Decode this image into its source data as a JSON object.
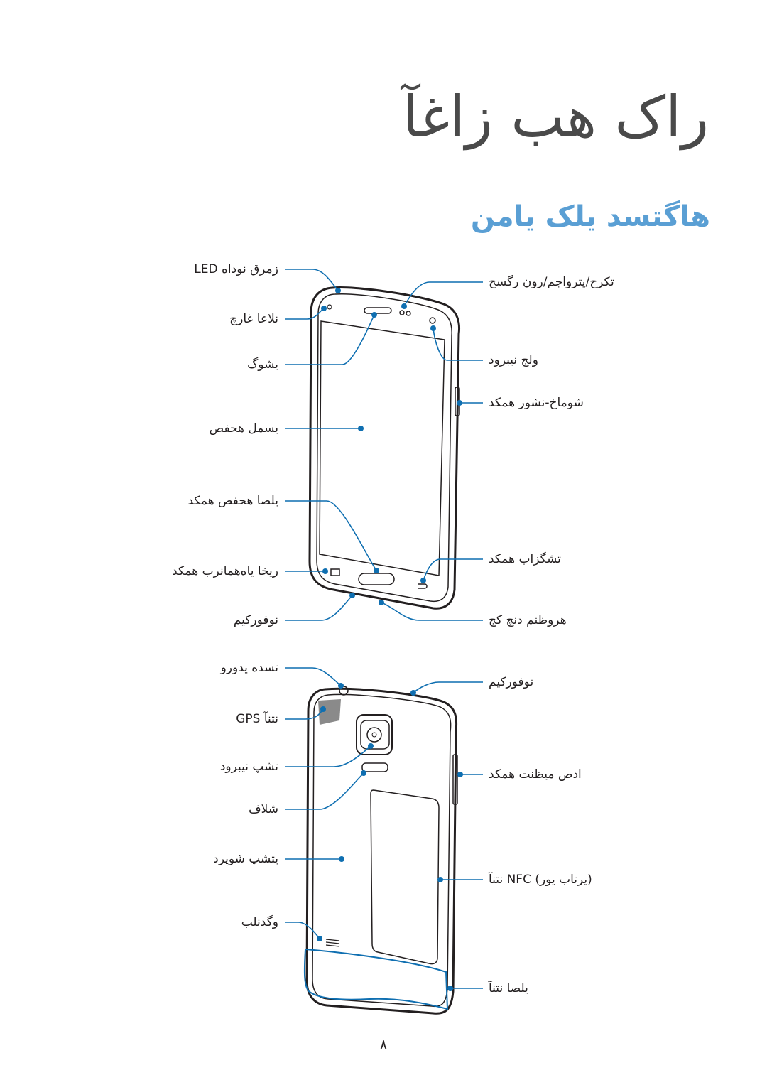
{
  "header": {
    "title": "راک هب زاغآ",
    "subtitle": "هاگتسد یلک یامن"
  },
  "front_labels": {
    "led": "زمرق نوداه LED",
    "receiver": "نلاعا غارچ",
    "earpiece": "یشوگ",
    "touchscreen": "یسمل هحفص",
    "home_key": "یلصا هحفص همکد",
    "recent_apps_key": "ریخا یاه‌همانرب همکد",
    "microphone_front": "نوفورکیم",
    "sensors": "تکرح/یترواجم/رون رگسح",
    "front_camera": "ولج نیبرود",
    "power_key": "شوماخ-نشور همکد",
    "back_key": "تشگزاب همکد",
    "multipurpose_jack": "هروظنم دنچ کج"
  },
  "back_labels": {
    "ir_led": "تسده یدورو",
    "gps_antenna": "GPS نتنآ",
    "rear_camera": "تشپ نیبرود",
    "flash": "شلاف",
    "back_cover": "یتشپ شوپرد",
    "speaker": "وگدنلب",
    "microphone_back": "نوفورکیم",
    "volume_key": "ادص میظنت همکد",
    "nfc_antenna": "(یرتاب یور) NFC نتنآ",
    "main_antenna": "یلصا نتنآ"
  },
  "page_number": "۸",
  "colors": {
    "accent_blue": "#0f6fb1",
    "subtitle_blue": "#5a9fd4",
    "title_gray": "#4a4a4a",
    "device_stroke": "#231f20"
  }
}
